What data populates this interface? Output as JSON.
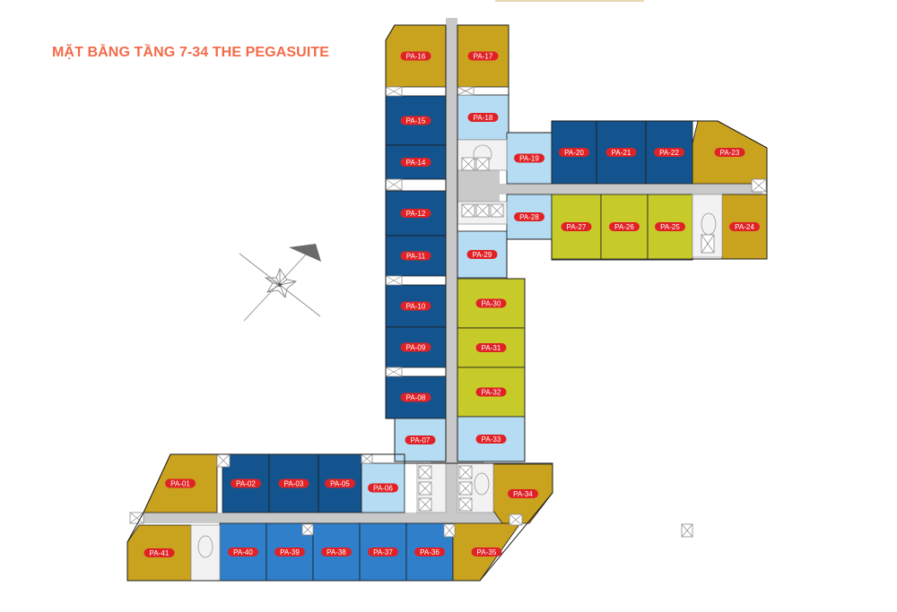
{
  "title": "MẶT BẰNG TẦNG 7-34 THE PEGASUITE",
  "colors": {
    "title": "#f26b4a",
    "gold": "#c9a21e",
    "dark_blue": "#14548e",
    "medium_blue": "#2f7fcb",
    "light_blue": "#b5dcf3",
    "lime": "#c6cb2a",
    "corridor": "#c9c9c9",
    "label_bg": "#e02226",
    "label_text": "#ffffff"
  },
  "compass": {
    "icon": "compass-rose-icon",
    "pointer": "north-arrow-icon"
  },
  "units": [
    {
      "id": "PA-01",
      "type": "gold"
    },
    {
      "id": "PA-02",
      "type": "dark_blue"
    },
    {
      "id": "PA-03",
      "type": "dark_blue"
    },
    {
      "id": "PA-05",
      "type": "dark_blue"
    },
    {
      "id": "PA-06",
      "type": "light_blue"
    },
    {
      "id": "PA-07",
      "type": "light_blue"
    },
    {
      "id": "PA-08",
      "type": "dark_blue"
    },
    {
      "id": "PA-09",
      "type": "dark_blue"
    },
    {
      "id": "PA-10",
      "type": "dark_blue"
    },
    {
      "id": "PA-11",
      "type": "dark_blue"
    },
    {
      "id": "PA-12",
      "type": "dark_blue"
    },
    {
      "id": "PA-14",
      "type": "dark_blue"
    },
    {
      "id": "PA-15",
      "type": "dark_blue"
    },
    {
      "id": "PA-16",
      "type": "gold"
    },
    {
      "id": "PA-17",
      "type": "gold"
    },
    {
      "id": "PA-18",
      "type": "light_blue"
    },
    {
      "id": "PA-19",
      "type": "light_blue"
    },
    {
      "id": "PA-20",
      "type": "dark_blue"
    },
    {
      "id": "PA-21",
      "type": "dark_blue"
    },
    {
      "id": "PA-22",
      "type": "dark_blue"
    },
    {
      "id": "PA-23",
      "type": "gold"
    },
    {
      "id": "PA-24",
      "type": "gold"
    },
    {
      "id": "PA-25",
      "type": "lime"
    },
    {
      "id": "PA-26",
      "type": "lime"
    },
    {
      "id": "PA-27",
      "type": "lime"
    },
    {
      "id": "PA-28",
      "type": "light_blue"
    },
    {
      "id": "PA-29",
      "type": "light_blue"
    },
    {
      "id": "PA-30",
      "type": "lime"
    },
    {
      "id": "PA-31",
      "type": "lime"
    },
    {
      "id": "PA-32",
      "type": "lime"
    },
    {
      "id": "PA-33",
      "type": "light_blue"
    },
    {
      "id": "PA-34",
      "type": "gold"
    },
    {
      "id": "PA-35",
      "type": "gold"
    },
    {
      "id": "PA-36",
      "type": "medium_blue"
    },
    {
      "id": "PA-37",
      "type": "medium_blue"
    },
    {
      "id": "PA-38",
      "type": "medium_blue"
    },
    {
      "id": "PA-39",
      "type": "medium_blue"
    },
    {
      "id": "PA-40",
      "type": "medium_blue"
    },
    {
      "id": "PA-41",
      "type": "gold"
    }
  ]
}
